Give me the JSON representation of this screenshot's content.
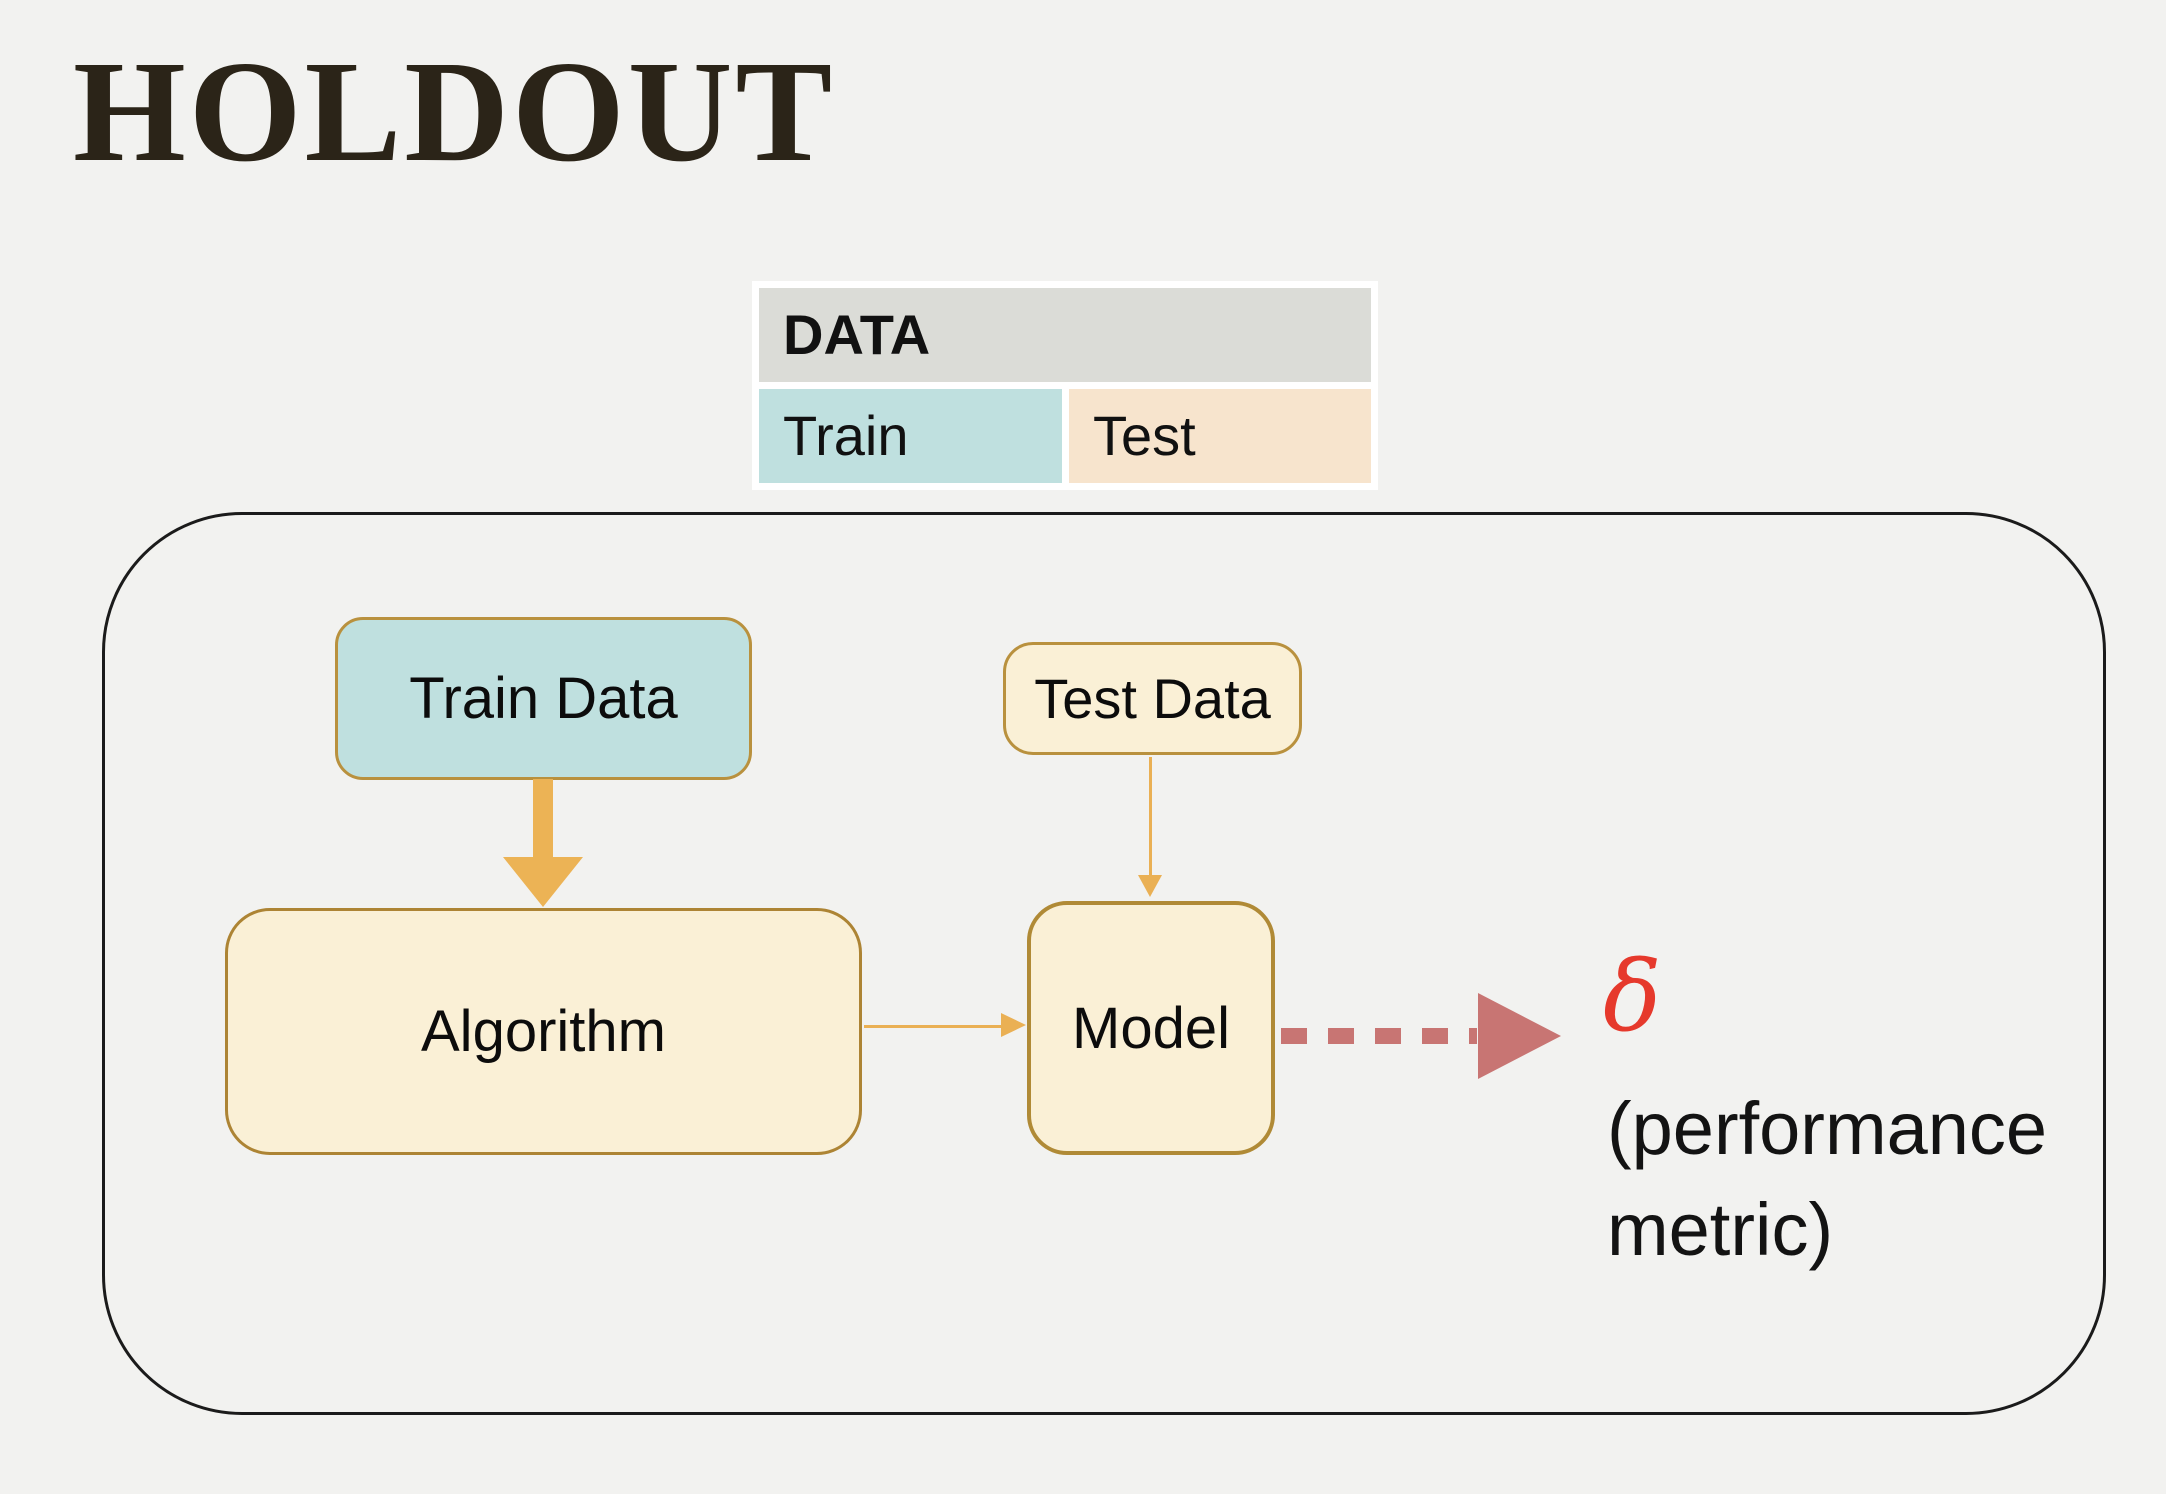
{
  "title": "HOLDOUT",
  "table": {
    "header": "DATA",
    "cells": [
      {
        "label": "Train"
      },
      {
        "label": "Test"
      }
    ]
  },
  "diagram": {
    "nodes": {
      "train_data": {
        "label": "Train Data"
      },
      "test_data": {
        "label": "Test Data"
      },
      "algorithm": {
        "label": "Algorithm"
      },
      "model": {
        "label": "Model"
      }
    },
    "edges": [
      {
        "from": "train_data",
        "to": "algorithm",
        "style": "thick-solid-orange"
      },
      {
        "from": "test_data",
        "to": "model",
        "style": "thin-solid-gold"
      },
      {
        "from": "algorithm",
        "to": "model",
        "style": "thin-solid-gold"
      },
      {
        "from": "model",
        "to": "delta-output",
        "style": "thick-dashed-rose"
      }
    ],
    "output": {
      "symbol": "δ",
      "caption": "(performance metric)"
    }
  },
  "colors": {
    "background": "#f2f2f0",
    "title_text": "#2b2418",
    "table_header_gray": "#dbdcd7",
    "train_teal": "#bfe0df",
    "test_peach": "#f7e4cd",
    "node_cream": "#faf0d6",
    "node_border_gold": "#b9913e",
    "arrow_orange": "#ecb355",
    "arrow_gold": "#eab054",
    "dashed_rose": "#c87573",
    "delta_red": "#e6392c",
    "container_border": "#1b1b1b"
  }
}
